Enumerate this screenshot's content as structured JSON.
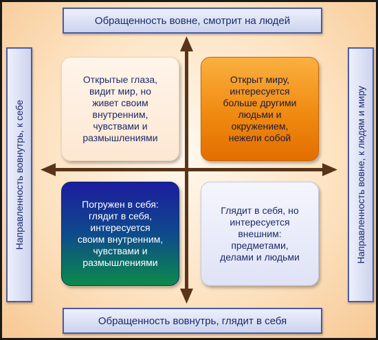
{
  "captions": {
    "top": "Обращенность вовне, смотрит на людей",
    "bottom": "Обращенность вовнутрь, глядит в себя",
    "left": "Направленность вовнутрь, к себе",
    "right": "Направленность вовне, к людям и миру"
  },
  "quadrants": {
    "top_left": "Открытые глаза,\nвидит мир, но\nживет своим\nвнутренним,\nчувствами и\nразмышлениями",
    "top_right": "Открыт миру,\nинтересуется\nбольше другими\nлюдьми и\nокружением,\nнежели собой",
    "bottom_left": "Погружен в себя:\nглядит в себя,\nинтересуется\nсвоим внутренним,\nчувствами и\nразмышлениями",
    "bottom_right": "Глядит в себя, но\nинтересуется\nвнешним:\nпредметами,\nделами и людьми"
  },
  "colors": {
    "arrow": "#5a3418",
    "caption_text": "#1a2a6e",
    "caption_border": "#4a5aa6",
    "quadrant_top_right": "#f08a10",
    "quadrant_bottom_left": "#0e4a8c"
  }
}
